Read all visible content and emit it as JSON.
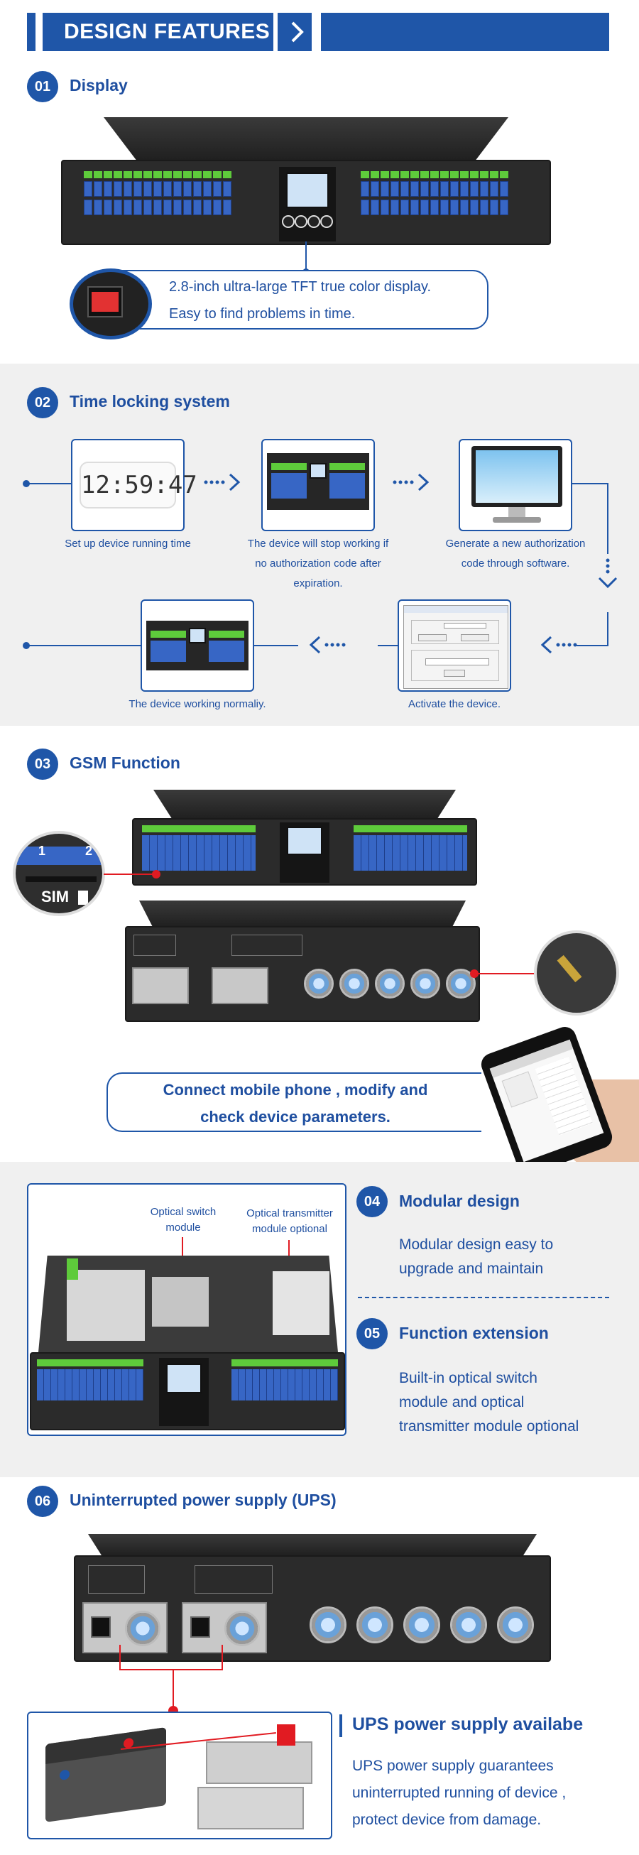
{
  "header": {
    "title": "DESIGN FEATURES"
  },
  "sections": {
    "s1": {
      "num": "01",
      "title": "Display",
      "callout_line1": "2.8-inch ultra-large TFT true color display.",
      "callout_line2": "Easy to find problems in time."
    },
    "s2": {
      "num": "02",
      "title": "Time locking system",
      "clock": "12:59:47",
      "step1": "Set up device running time",
      "step2_l1": "The device will stop working if",
      "step2_l2": "no authorization code after",
      "step2_l3": "expiration.",
      "step3_l1": "Generate a new authorization",
      "step3_l2": "code through software.",
      "step4": "Activate the device.",
      "step5": "The device working normaliy."
    },
    "s3": {
      "num": "03",
      "title": "GSM Function",
      "callout_line1": "Connect mobile phone , modify and",
      "callout_line2": "check device parameters.",
      "sim_label": "SIM",
      "slot1": "1",
      "slot2": "2"
    },
    "s4": {
      "num": "04",
      "title": "Modular design",
      "text_l1": "Modular design easy to",
      "text_l2": "upgrade and maintain",
      "label_switch_l1": "Optical switch",
      "label_switch_l2": "module",
      "label_tx_l1": "Optical transmitter",
      "label_tx_l2": "module optional"
    },
    "s5": {
      "num": "05",
      "title": "Function extension",
      "text_l1": "Built-in optical switch",
      "text_l2": "module and optical",
      "text_l3": "transmitter module optional"
    },
    "s6": {
      "num": "06",
      "title": "Uninterrupted power supply (UPS)",
      "ups_title": "UPS power supply availabe",
      "text_l1": "UPS power supply guarantees",
      "text_l2": "uninterrupted running of device ,",
      "text_l3": "protect device from damage."
    }
  },
  "colors": {
    "brand": "#1f56a8",
    "accent_green": "#5ecb3b",
    "port_blue": "#3766c5",
    "red": "#e11b22",
    "gray_bg": "#f0f0f0"
  }
}
